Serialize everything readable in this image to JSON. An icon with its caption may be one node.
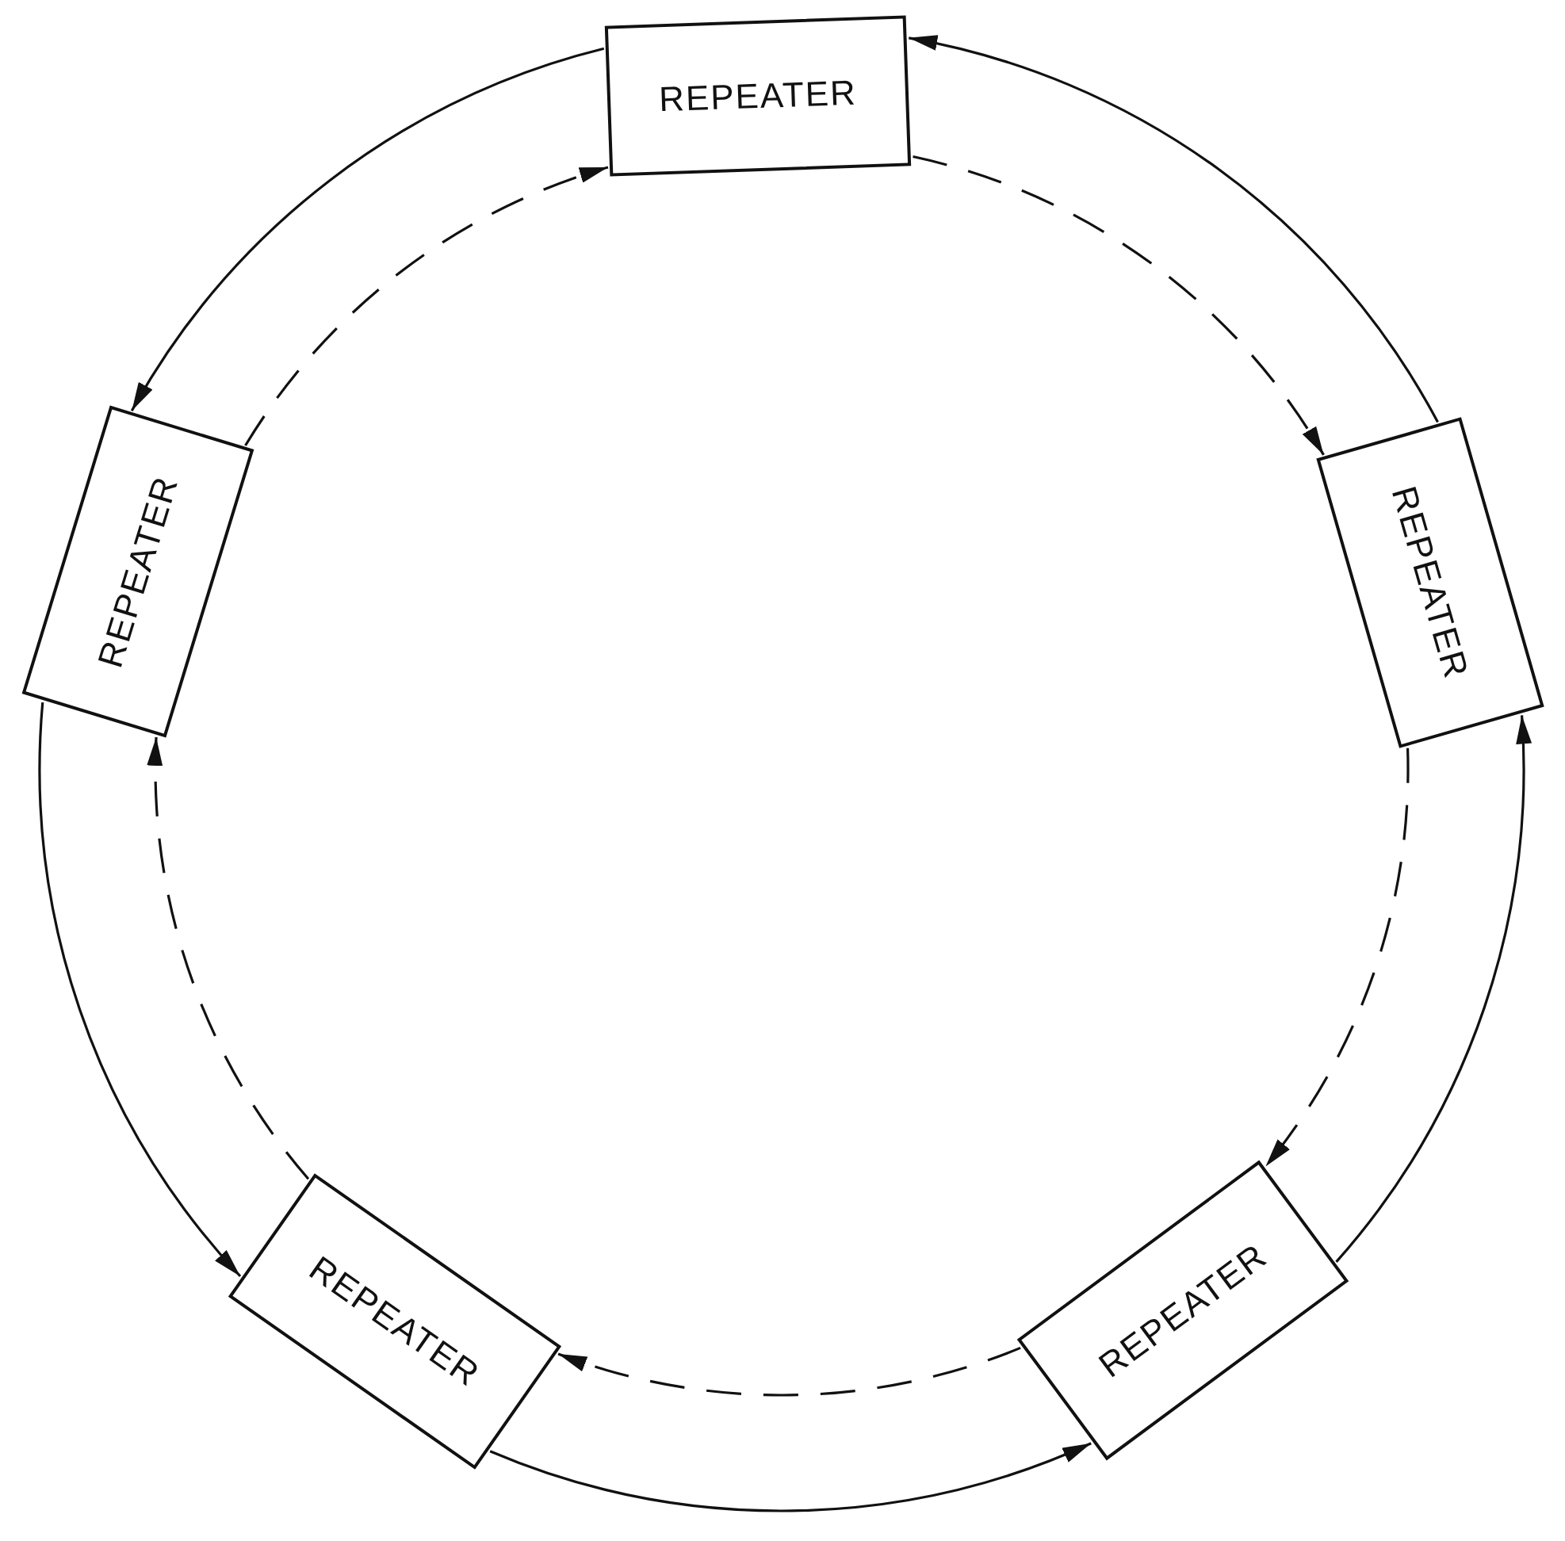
{
  "diagram": {
    "nodes": [
      {
        "text": [
          "REPEATER"
        ]
      },
      {
        "text": [
          "REPEATER"
        ]
      },
      {
        "text": [
          "REPEATER"
        ]
      },
      {
        "text": [
          "REPEATER"
        ]
      },
      {
        "text": [
          "REPEATER"
        ]
      }
    ],
    "edges": [
      {
        "from": 0,
        "to": 1,
        "arrow": "to"
      },
      {
        "from": 1,
        "to": 3,
        "arrow": "to"
      },
      {
        "from": 3,
        "to": 4,
        "arrow": "to"
      },
      {
        "from": 4,
        "to": 2,
        "arrow": "to"
      },
      {
        "from": 2,
        "to": 0,
        "arrow": "to"
      },
      {
        "from": 1,
        "to": 0,
        "arrow": "to",
        "style": "dashed"
      },
      {
        "from": 0,
        "to": 2,
        "arrow": "to",
        "style": "dashed"
      },
      {
        "from": 2,
        "to": 4,
        "arrow": "to",
        "style": "dashed"
      },
      {
        "from": 4,
        "to": 3,
        "arrow": "to",
        "style": "dashed"
      },
      {
        "from": 3,
        "to": 1,
        "arrow": "to",
        "style": "dashed"
      }
    ]
  }
}
